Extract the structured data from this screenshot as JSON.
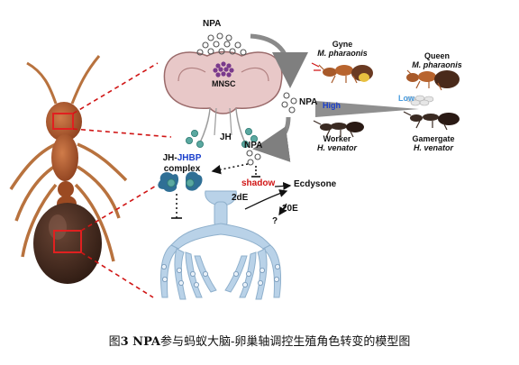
{
  "labels": {
    "npa_top": "NPA",
    "mnsc": "MNSC",
    "jh": "JH",
    "npa_mid": "NPA",
    "npa_lower": "NPA",
    "jh_prefix": "JH-",
    "jhbp": "JHBP",
    "complex": "complex",
    "shadow": "shadow",
    "ecdysone": "Ecdysone",
    "two_de": "2dE",
    "twenty_e": "20E",
    "question": "?",
    "high": "High",
    "low": "Low"
  },
  "castes": {
    "gyne": {
      "role": "Gyne",
      "species": "M. pharaonis"
    },
    "queen": {
      "role": "Queen",
      "species": "M. pharaonis"
    },
    "worker": {
      "role": "Worker",
      "species": "H. venator"
    },
    "gamergate": {
      "role": "Gamergate",
      "species": "H. venator"
    }
  },
  "caption": {
    "prefix": "图",
    "number": "3",
    "npa": " NPA",
    "text": "参与蚂蚁大脑-卵巢轴调控生殖角色转变的模型图"
  },
  "colors": {
    "ant_body": "#9b4a22",
    "ant_dark": "#3a2418",
    "highlight_box": "#e02020",
    "dashed_link": "#d01515",
    "brain": "#e8c8c8",
    "brain_stroke": "#9a6a6a",
    "mnsc": "#7a3a8c",
    "jh_dots": "#5aa8a0",
    "ovary": "#b9d2e8",
    "ovary_stroke": "#8fb0cc",
    "arrow_gray": "#8a8a8a",
    "shadow_text": "#d01515",
    "jhbp_text": "#1a3fcc",
    "high_text": "#1a3fcc",
    "low_text": "#4a9de0",
    "gradient": "#8f8f8f",
    "jhbp_protein": "#2f6f95"
  }
}
